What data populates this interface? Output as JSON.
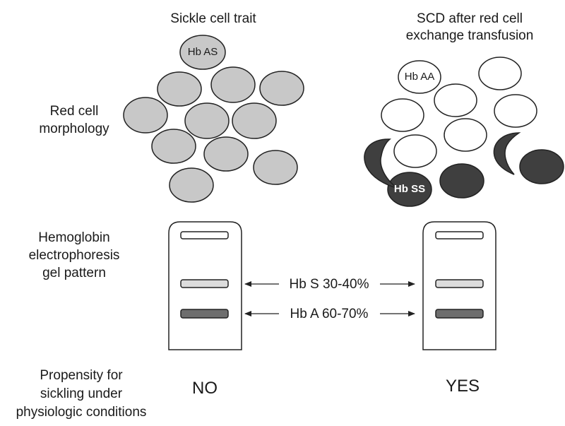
{
  "titles": {
    "left": "Sickle cell trait",
    "right_line1": "SCD after red cell",
    "right_line2": "exchange transfusion"
  },
  "row_labels": {
    "morphology": [
      "Red cell",
      "morphology"
    ],
    "electrophoresis": [
      "Hemoglobin",
      "electrophoresis",
      "gel pattern"
    ],
    "propensity": [
      "Propensity for",
      "sickling under",
      "physiologic conditions"
    ]
  },
  "cell_labels": {
    "hb_as": "Hb AS",
    "hb_aa": "Hb AA",
    "hb_ss": "Hb SS"
  },
  "bands": {
    "hb_s": "Hb S 30-40%",
    "hb_a": "Hb A 60-70%"
  },
  "answers": {
    "left": "NO",
    "right": "YES"
  },
  "colors": {
    "trait_cell_fill": "#c8c8c8",
    "normal_cell_fill": "#ffffff",
    "sickle_cell_fill": "#3f3f3f",
    "outline": "#222222",
    "band_s_fill": "#dcdcdc",
    "band_a_fill": "#6e6e6e"
  }
}
